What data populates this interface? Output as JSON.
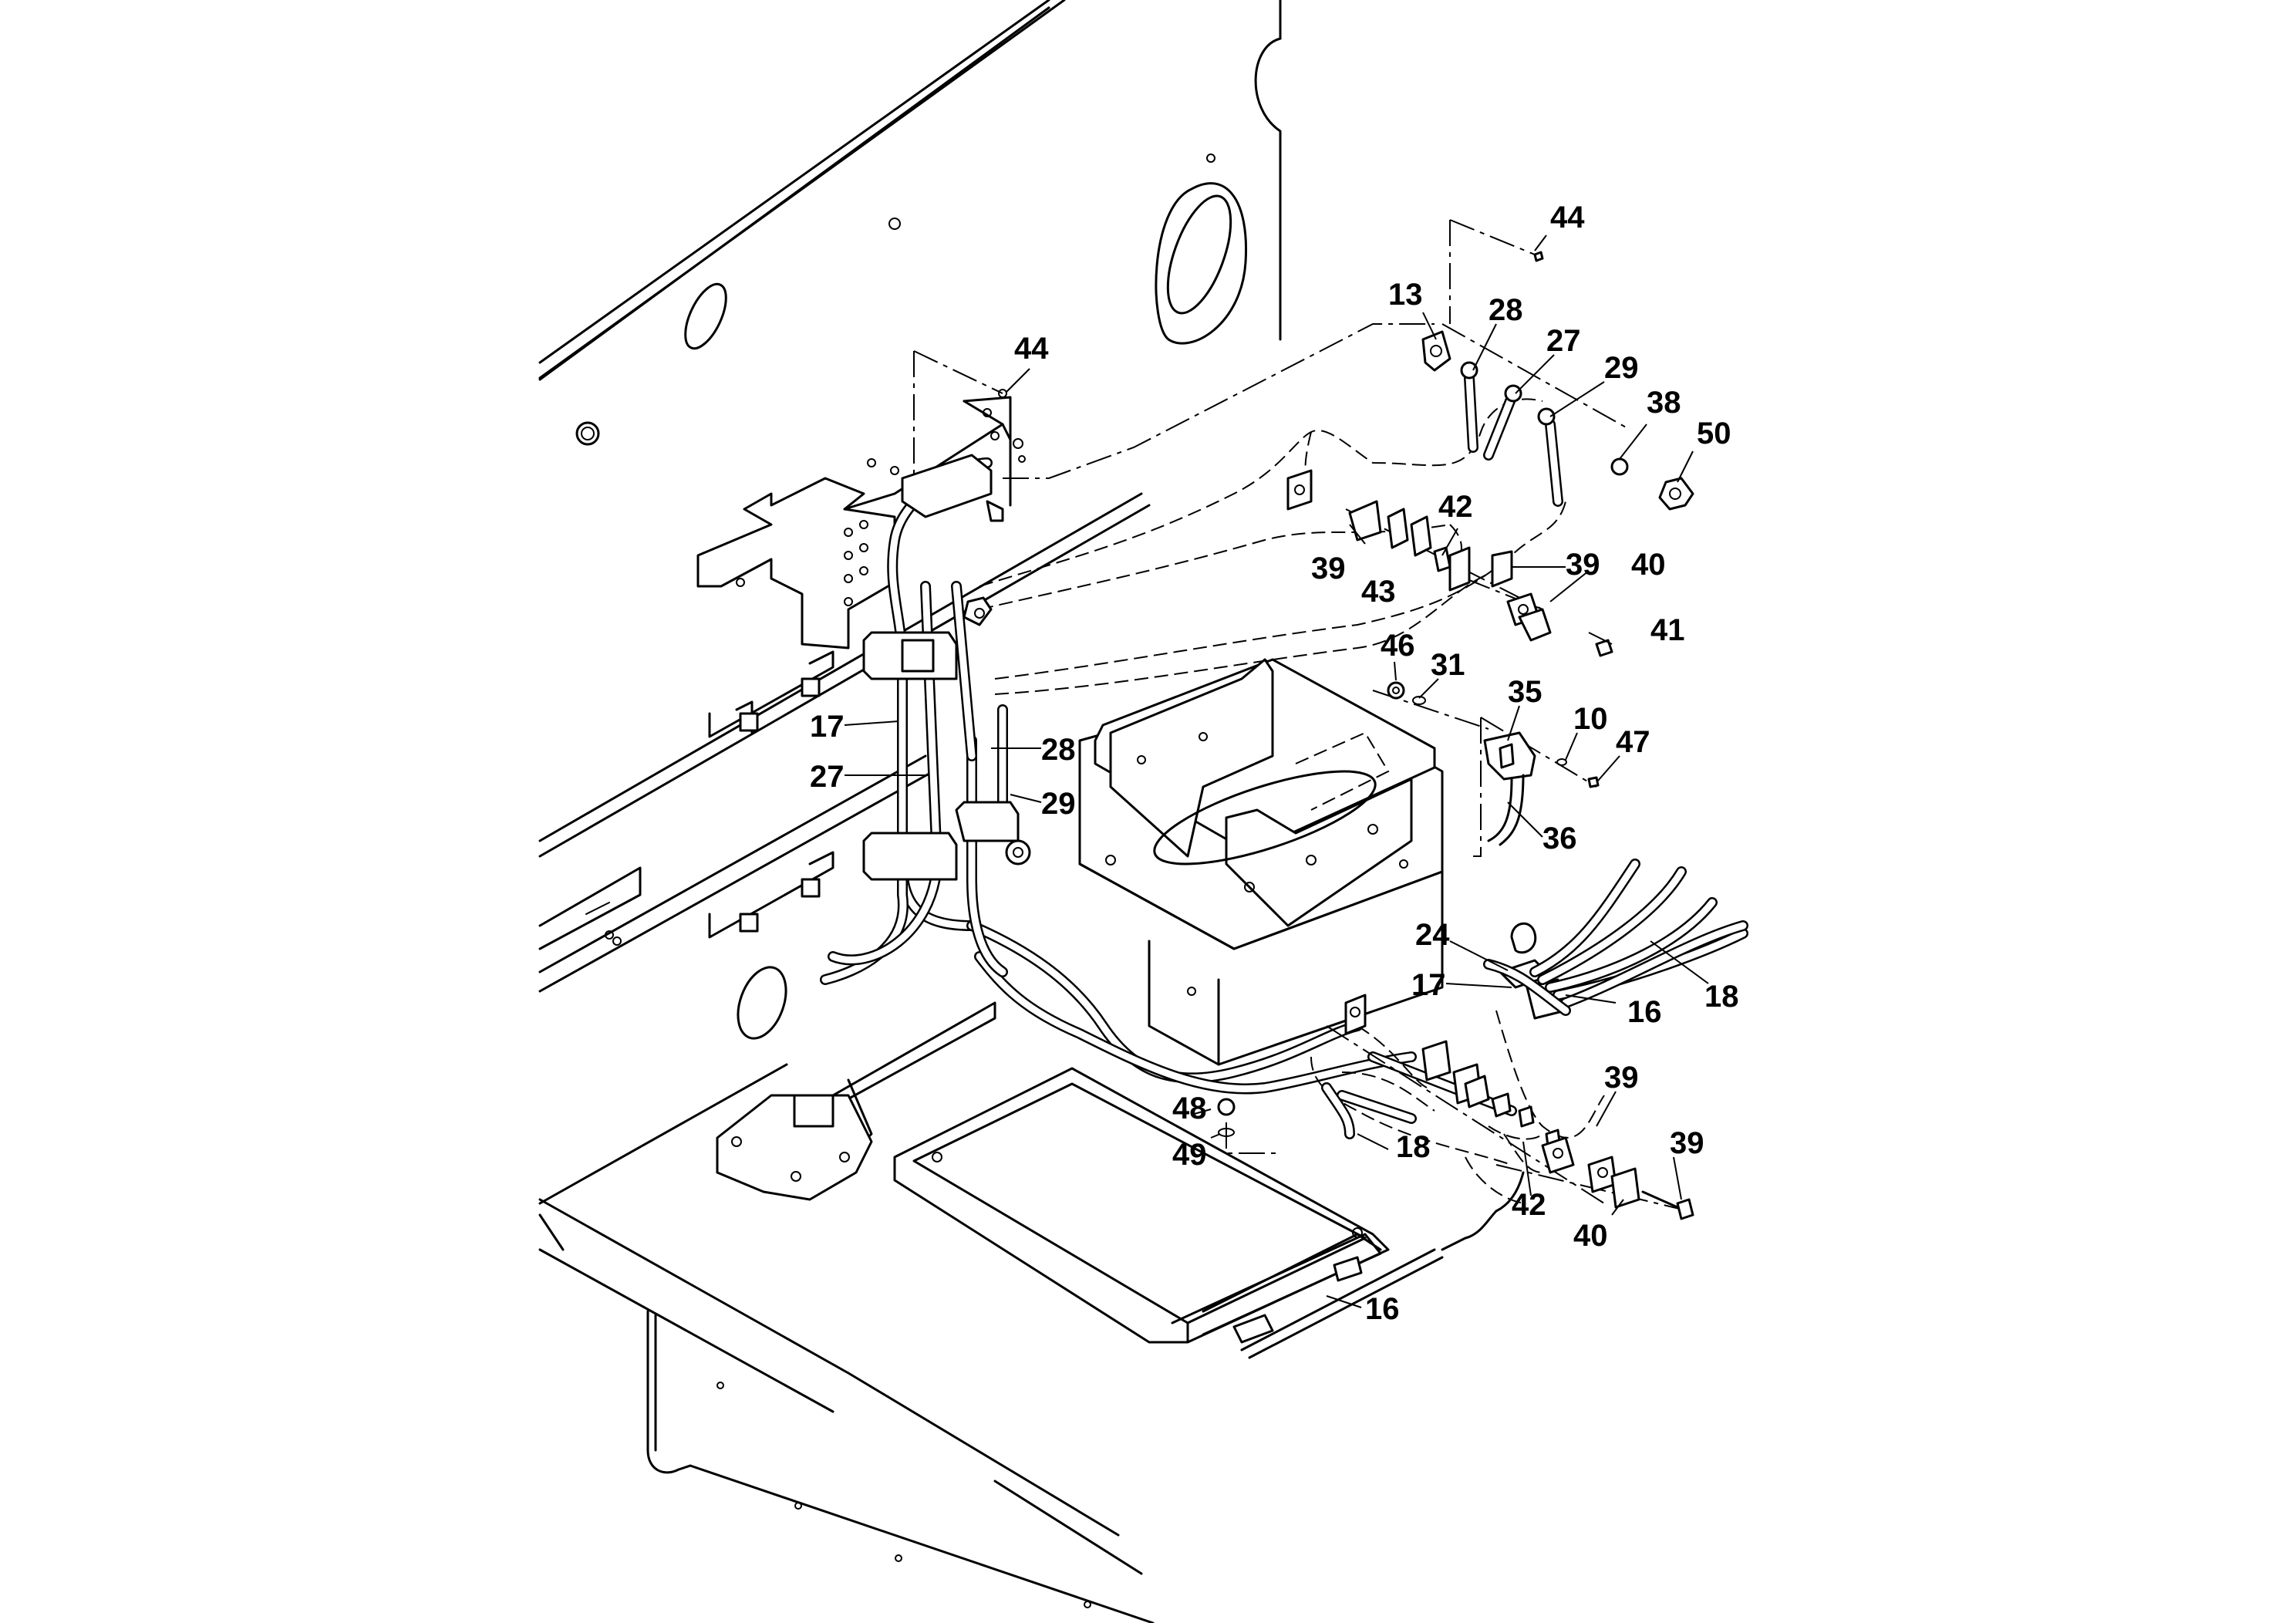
{
  "diagram": {
    "type": "exploded parts diagram",
    "labels": [
      {
        "id": "lbl-44-top",
        "text": "44"
      },
      {
        "id": "lbl-13",
        "text": "13"
      },
      {
        "id": "lbl-28-top",
        "text": "28"
      },
      {
        "id": "lbl-27-top",
        "text": "27"
      },
      {
        "id": "lbl-29-top",
        "text": "29"
      },
      {
        "id": "lbl-38",
        "text": "38"
      },
      {
        "id": "lbl-50",
        "text": "50"
      },
      {
        "id": "lbl-44-left",
        "text": "44"
      },
      {
        "id": "lbl-42-top",
        "text": "42"
      },
      {
        "id": "lbl-39-a",
        "text": "39"
      },
      {
        "id": "lbl-43",
        "text": "43"
      },
      {
        "id": "lbl-39-b",
        "text": "39"
      },
      {
        "id": "lbl-40-top",
        "text": "40"
      },
      {
        "id": "lbl-41",
        "text": "41"
      },
      {
        "id": "lbl-46",
        "text": "46"
      },
      {
        "id": "lbl-31",
        "text": "31"
      },
      {
        "id": "lbl-35",
        "text": "35"
      },
      {
        "id": "lbl-10",
        "text": "10"
      },
      {
        "id": "lbl-47",
        "text": "47"
      },
      {
        "id": "lbl-36",
        "text": "36"
      },
      {
        "id": "lbl-17-left",
        "text": "17"
      },
      {
        "id": "lbl-27-left",
        "text": "27"
      },
      {
        "id": "lbl-28-mid",
        "text": "28"
      },
      {
        "id": "lbl-29-mid",
        "text": "29"
      },
      {
        "id": "lbl-24",
        "text": "24"
      },
      {
        "id": "lbl-17-right",
        "text": "17"
      },
      {
        "id": "lbl-18-right",
        "text": "18"
      },
      {
        "id": "lbl-16-right",
        "text": "16"
      },
      {
        "id": "lbl-39-c",
        "text": "39"
      },
      {
        "id": "lbl-48",
        "text": "48"
      },
      {
        "id": "lbl-49",
        "text": "49"
      },
      {
        "id": "lbl-18-bottom",
        "text": "18"
      },
      {
        "id": "lbl-42-bottom",
        "text": "42"
      },
      {
        "id": "lbl-39-d",
        "text": "39"
      },
      {
        "id": "lbl-40-bottom",
        "text": "40"
      },
      {
        "id": "lbl-16-bottom",
        "text": "16"
      }
    ]
  }
}
